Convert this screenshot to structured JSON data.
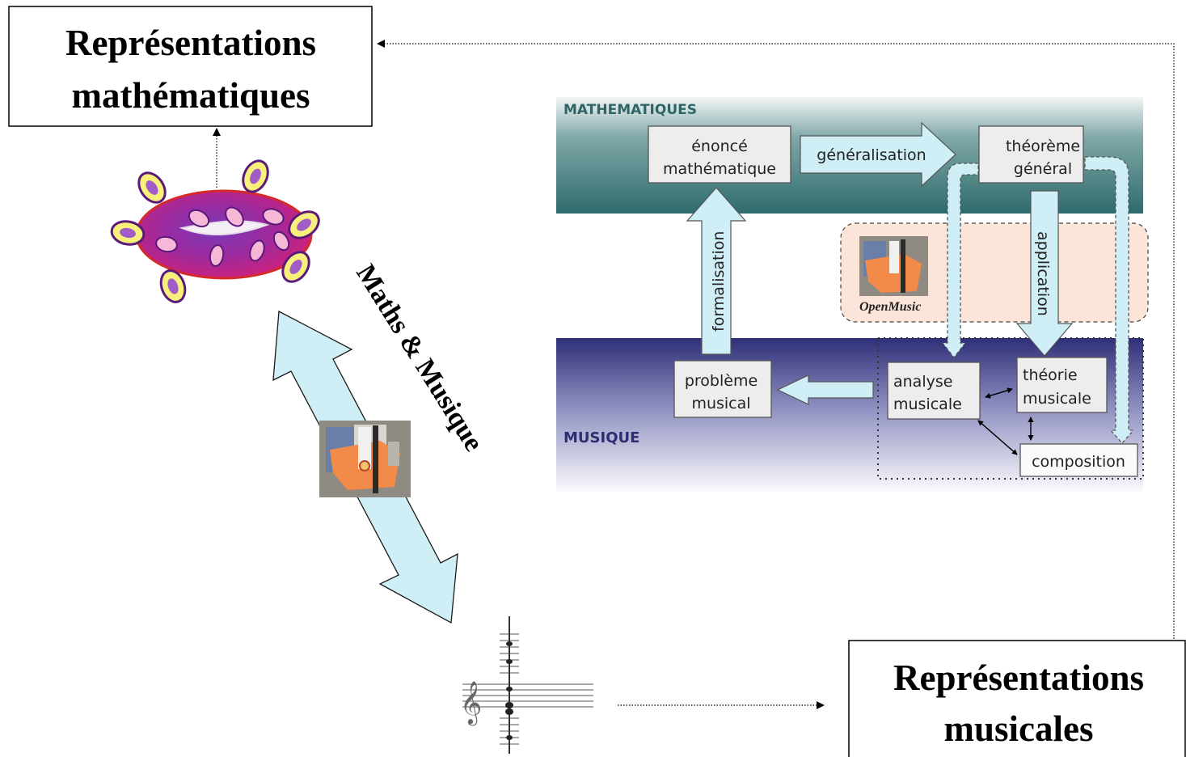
{
  "boxes": {
    "math_representations": {
      "line1": "Représentations",
      "line2": "mathématiques"
    },
    "music_representations": {
      "line1": "Représentations",
      "line2": "musicales"
    }
  },
  "diagonal_label": "Maths & Musique",
  "diagram": {
    "band_math_label": "MATHEMATIQUES",
    "band_music_label": "MUSIQUE",
    "enonce": {
      "line1": "énoncé",
      "line2": "mathématique"
    },
    "generalisation": "généralisation",
    "theoreme": {
      "line1": "théorème",
      "line2": "général"
    },
    "formalisation": "formalisation",
    "application": "application",
    "openmusic": "OpenMusic",
    "probleme": {
      "line1": "problème",
      "line2": "musical"
    },
    "analyse": {
      "line1": "analyse",
      "line2": "musicale"
    },
    "theorie": {
      "line1": "théorie",
      "line2": "musicale"
    },
    "composition": "composition"
  },
  "colors": {
    "math_band": "#3f7d7e",
    "music_band": "#37387f",
    "arrow_fill": "#cfeef5",
    "openmusic_bg": "#fbe5d9",
    "torus": "#b2208a",
    "collage_orange": "#f28a4a"
  },
  "icons": [
    "torus-illustration",
    "collage-painting-icon",
    "musical-staff-icon",
    "treble-clef-icon"
  ]
}
